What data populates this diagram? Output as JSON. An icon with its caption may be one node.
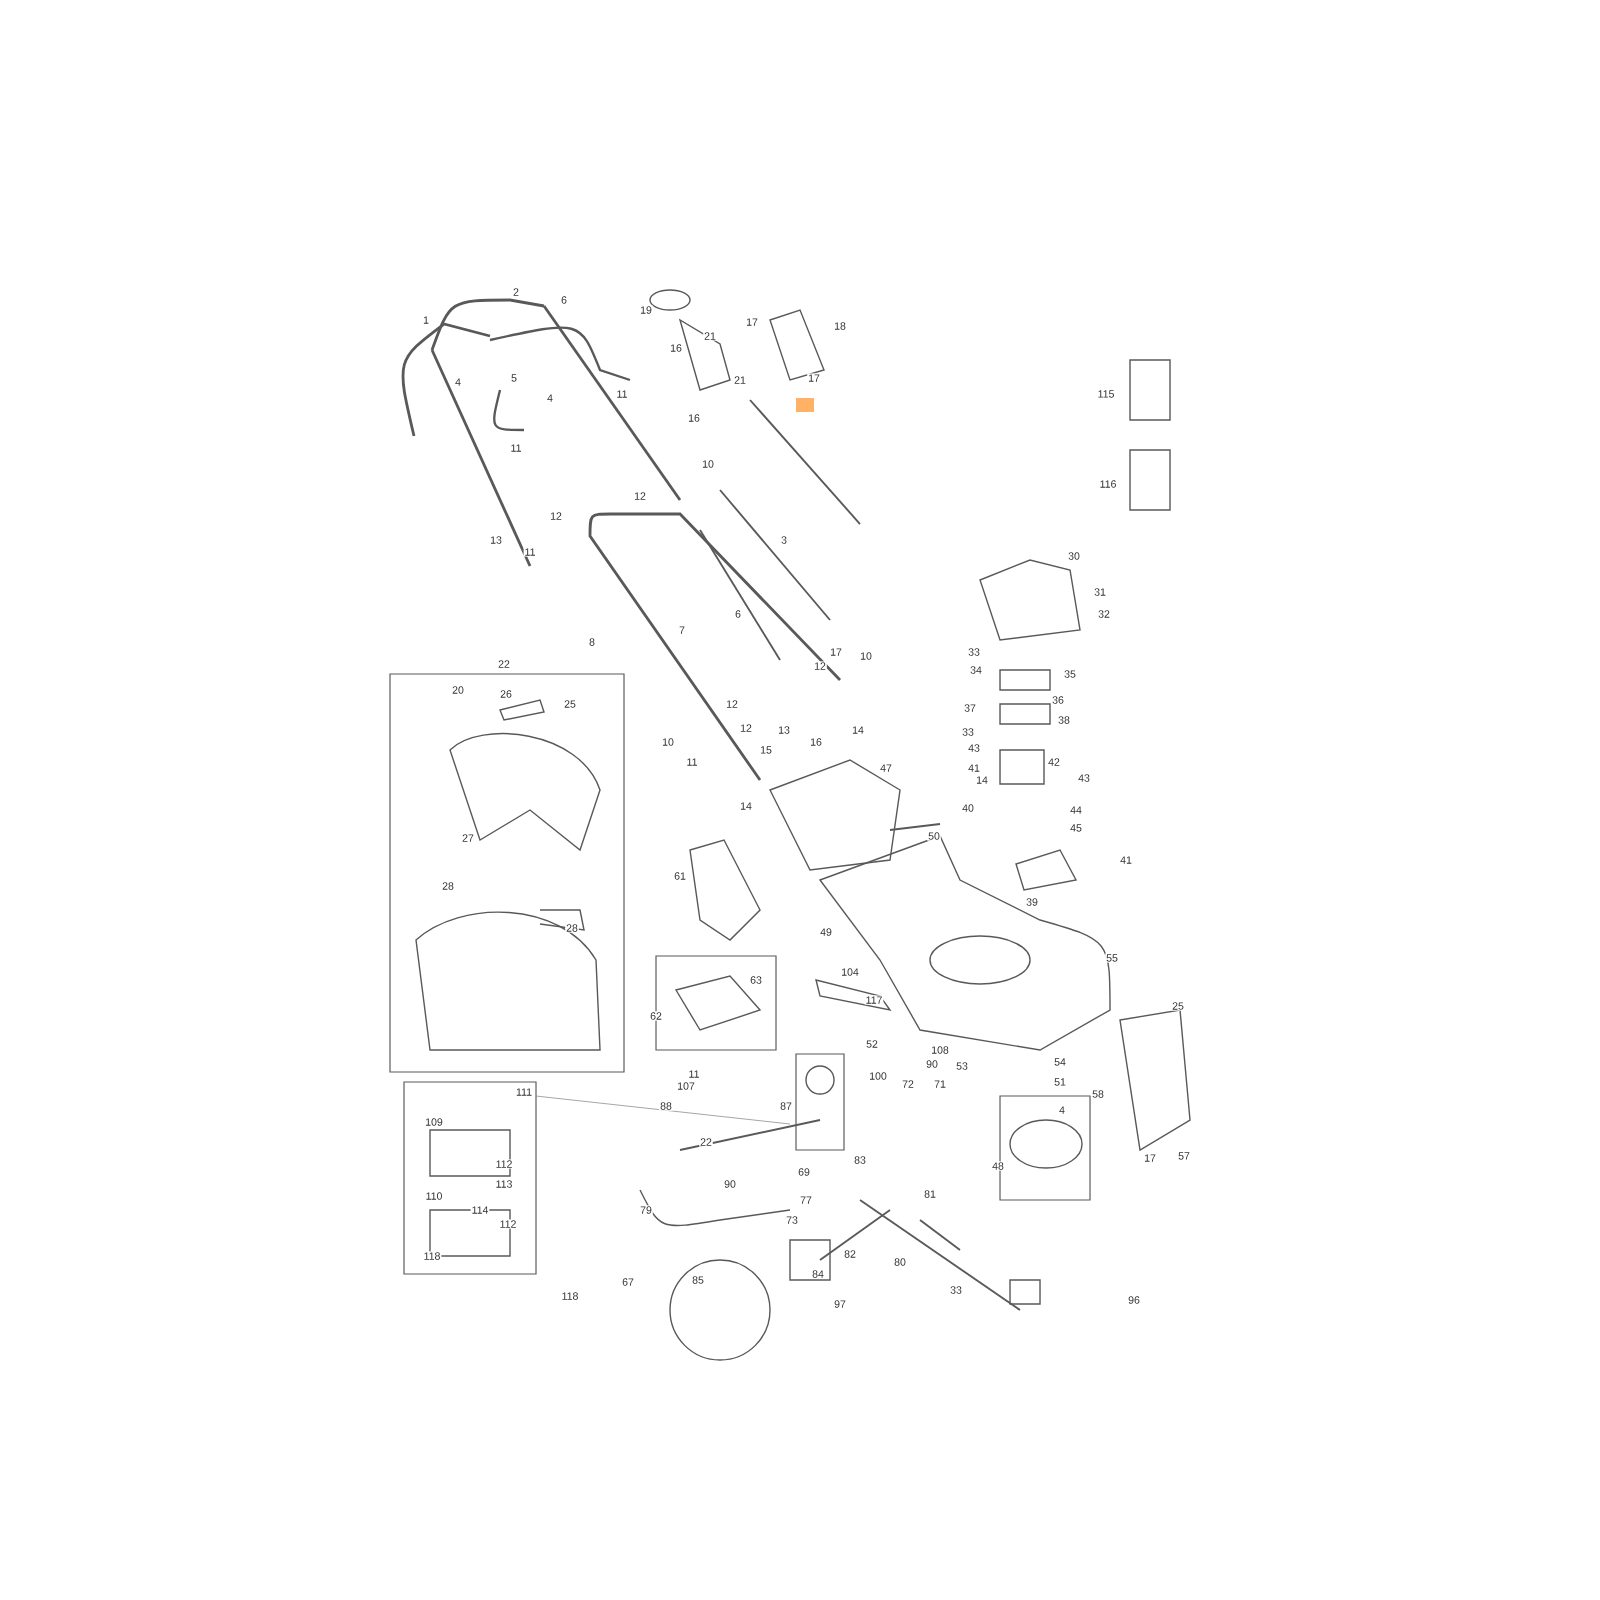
{
  "diagram": {
    "labels": [
      "1",
      "2",
      "6",
      "4",
      "5",
      "4",
      "11",
      "11",
      "19",
      "17",
      "18",
      "21",
      "16",
      "21",
      "17",
      "16",
      "115",
      "10",
      "12",
      "116",
      "12",
      "13",
      "11",
      "3",
      "30",
      "31",
      "6",
      "32",
      "7",
      "8",
      "17",
      "10",
      "33",
      "22",
      "12",
      "34",
      "35",
      "20",
      "26",
      "25",
      "36",
      "12",
      "37",
      "38",
      "12",
      "13",
      "14",
      "33",
      "10",
      "16",
      "43",
      "15",
      "42",
      "11",
      "41",
      "47",
      "43",
      "14",
      "14",
      "40",
      "44",
      "45",
      "50",
      "27",
      "41",
      "61",
      "28",
      "39",
      "49",
      "28",
      "55",
      "104",
      "63",
      "117",
      "25",
      "62",
      "52",
      "108",
      "53",
      "54",
      "90",
      "100",
      "11",
      "71",
      "72",
      "51",
      "107",
      "111",
      "58",
      "88",
      "87",
      "4",
      "109",
      "22",
      "17",
      "57",
      "48",
      "69",
      "112",
      "83",
      "113",
      "90",
      "110",
      "81",
      "77",
      "79",
      "114",
      "73",
      "112",
      "82",
      "118",
      "80",
      "84",
      "85",
      "67",
      "33",
      "118",
      "97",
      "96"
    ]
  }
}
